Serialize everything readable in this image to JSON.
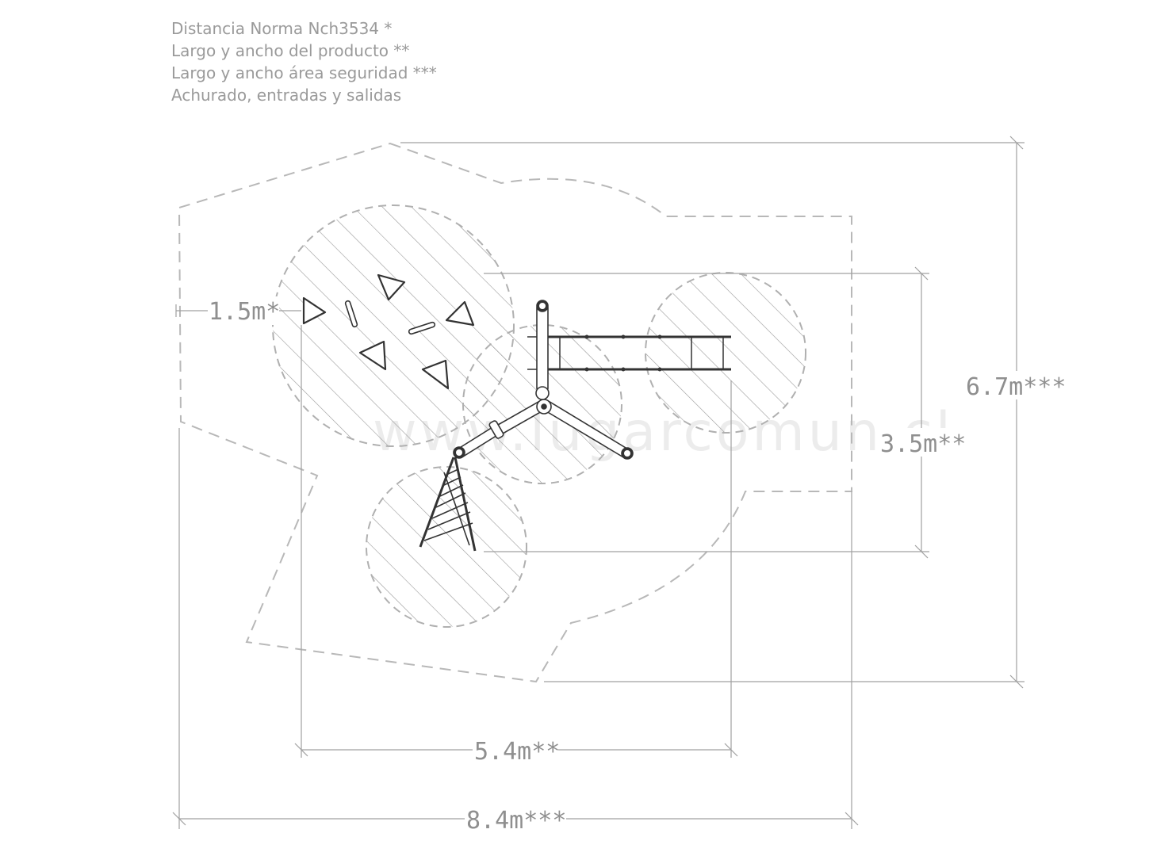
{
  "legend": {
    "line1": "Distancia Norma Nch3534 *",
    "line2": "Largo y ancho del producto **",
    "line3": "Largo y ancho área seguridad ***",
    "line4": "Achurado, entradas y salidas"
  },
  "dimensions": {
    "clearance": "1.5m*",
    "product_width": "5.4m**",
    "product_depth": "3.5m**",
    "area_width": "8.4m***",
    "area_depth": "6.7m***"
  },
  "watermark": "www.lugarcomun.cl",
  "colors": {
    "dim_line": "#a0a0a0",
    "boundary_dash": "#b8b8b8",
    "hatch": "#9a9a9a",
    "equipment": "#333333"
  }
}
